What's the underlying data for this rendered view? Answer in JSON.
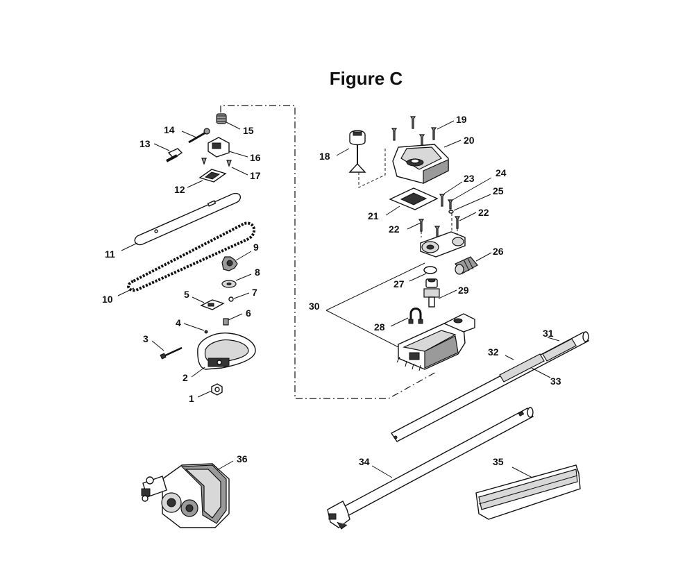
{
  "title": "Figure C",
  "callouts": {
    "c1": "1",
    "c2": "2",
    "c3": "3",
    "c4": "4",
    "c5": "5",
    "c6": "6",
    "c7": "7",
    "c8": "8",
    "c9": "9",
    "c10": "10",
    "c11": "11",
    "c12": "12",
    "c13": "13",
    "c14": "14",
    "c15": "15",
    "c16": "16",
    "c17": "17",
    "c18": "18",
    "c19": "19",
    "c20": "20",
    "c21": "21",
    "c22a": "22",
    "c22b": "22",
    "c23": "23",
    "c24": "24",
    "c25": "25",
    "c26": "26",
    "c27": "27",
    "c28": "28",
    "c29": "29",
    "c30": "30",
    "c31": "31",
    "c32": "32",
    "c33": "33",
    "c34": "34",
    "c35": "35",
    "c36": "36"
  }
}
